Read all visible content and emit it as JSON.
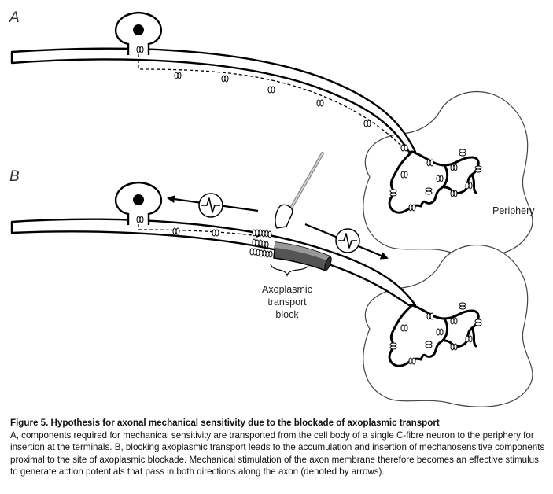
{
  "figure": {
    "panel_a_label": "A",
    "panel_b_label": "B",
    "periphery_label": "Periphery",
    "block_label_line1": "Axoplasmic",
    "block_label_line2": "transport",
    "block_label_line3": "block"
  },
  "caption": {
    "title": "Figure 5.  Hypothesis for axonal mechanical sensitivity due to the blockade of axoplasmic transport",
    "body": "A, components required for mechanical sensitivity are transported from the cell body of a single C-fibre neuron to the periphery for insertion at the terminals. B, blocking axoplasmic transport leads to the accumulation and insertion of mechanosensitive components proximal to the site of axoplasmic blockade. Mechanical stimulation of the axon membrane therefore becomes an effective stimulus to generate action potentials that pass in both directions along the axon (denoted by arrows)."
  },
  "icons": {
    "action_potential": "lightning-in-circle-icon",
    "arrow": "arrow-icon",
    "probe": "mechanical-probe-icon",
    "channel": "channel-icon"
  }
}
